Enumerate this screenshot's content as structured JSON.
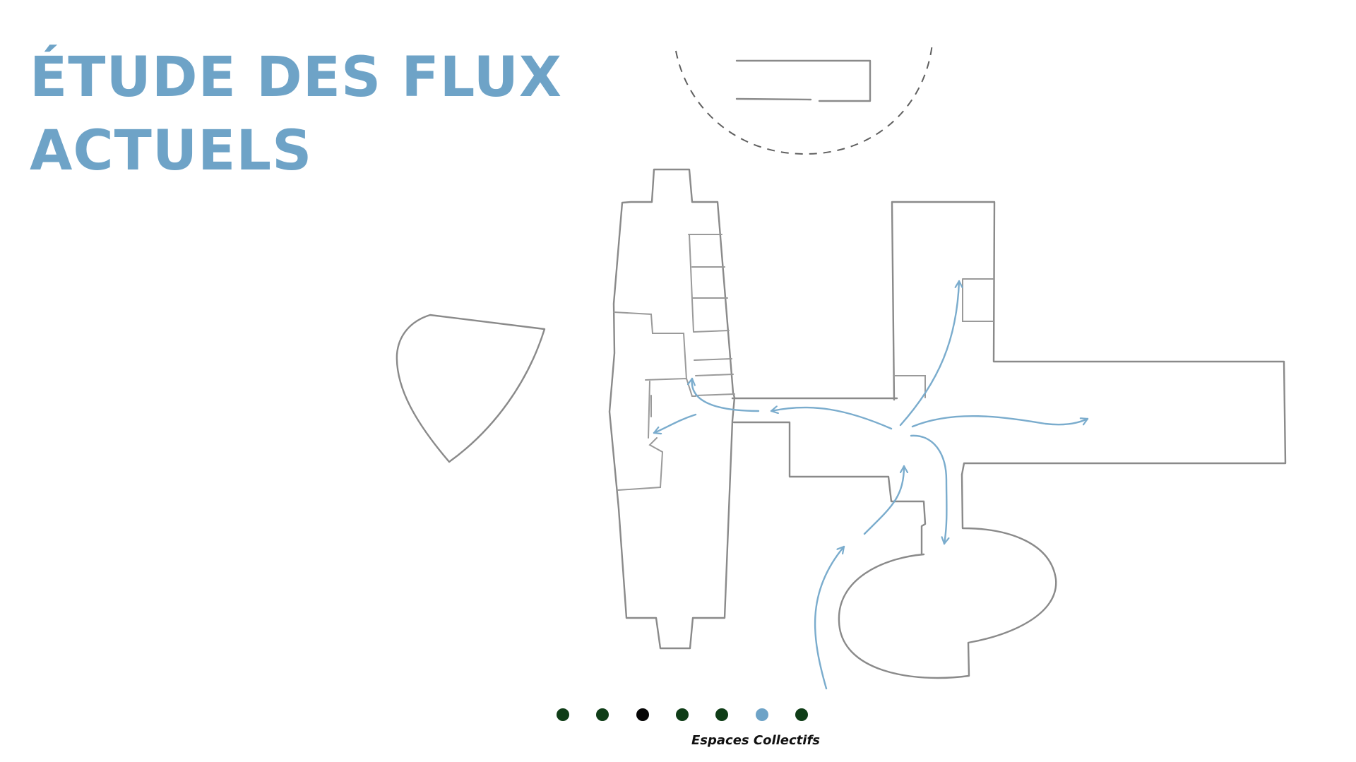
{
  "title": {
    "line1": "ÉTUDE DES FLUX",
    "line2": "ACTUELS",
    "color": "#6ea3c7"
  },
  "pagination": {
    "active_index": 5,
    "dots": [
      {
        "color": "#0f3d17"
      },
      {
        "color": "#0f3d17"
      },
      {
        "color": "#050505"
      },
      {
        "color": "#0f3d17"
      },
      {
        "color": "#0f3d17"
      },
      {
        "color": "#6ea3c7"
      },
      {
        "color": "#0f3d17"
      }
    ]
  },
  "caption": "Espaces Collectifs",
  "colors": {
    "flow_arrows": "#7aaccd",
    "walls": "#8a8a8a",
    "background": "#ffffff"
  }
}
